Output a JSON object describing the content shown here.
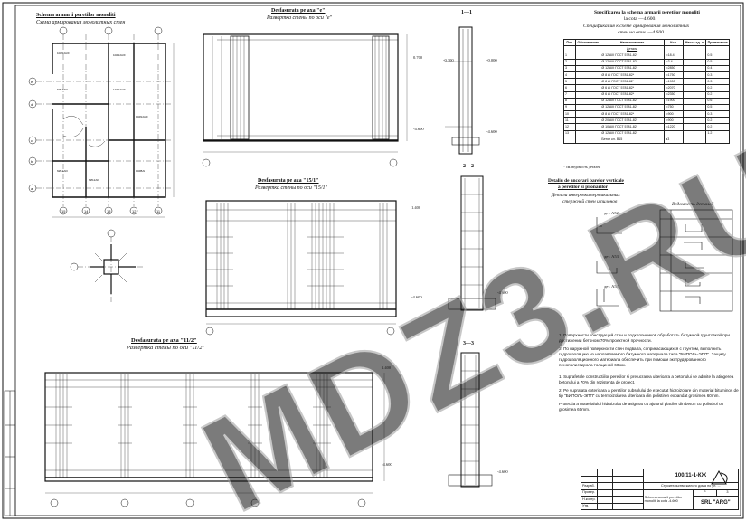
{
  "titles": {
    "scheme_ro": "Schema armarii peretilor monoliti",
    "scheme_ru": "Схема армирования монолитных стен",
    "sect_e_ro": "Desfasurata pe axa \"e\"",
    "sect_e_ru": "Развертка стены по оси \"е\"",
    "sect_15_ro": "Desfasurata pe axa \"15/1\"",
    "sect_15_ru": "Развертка стены по оси \"15/1\"",
    "sect_11_ro": "Desfasurata pe axa \"11/2\"",
    "sect_11_ru": "Развертка стены по оси \"11/2\"",
    "cut_11": "1—1",
    "cut_22": "2—2",
    "cut_33": "3—3",
    "spec_ro": "Specificarea la schema armarii peretilor monoliti",
    "spec_ro2": "la cota —4.600.",
    "spec_ru": "Спецификация к схеме армирования монолитных",
    "spec_ru2": "стен на отм. —4.600.",
    "detail_ro": "Detaliu de ancorari barelor verticale",
    "detail_ro2": "a peretilor si pilonarilor",
    "detail_ru": "Детали анкеровки вертикальных",
    "detail_ru2": "стержней стен и пилонов",
    "proof_ru": "Ведомость деталей",
    "det_a": "дет. А52",
    "det_b": "дет. А53",
    "det_c": "дет. А53"
  },
  "levels": [
    "-4.600",
    "-0.300",
    "-0.000",
    "1.400",
    "0.700"
  ],
  "spec": {
    "headers": [
      "Поз.",
      "Обозначение",
      "Наименование",
      "Кол.",
      "Масса ед. кг",
      "Примечание"
    ],
    "group": "Детали",
    "rows": [
      [
        "1",
        "",
        "Ø 12 AIII ГОСТ 5781-82*",
        "l=18.4",
        "",
        "0.5"
      ],
      [
        "2",
        "",
        "Ø 12 AIII ГОСТ 5781-82*",
        "l=3.4",
        "",
        "0.5"
      ],
      [
        "3",
        "",
        "Ø 12 AIII ГОСТ 5781-82*",
        "l=2850",
        "",
        "0.4"
      ],
      [
        "4",
        "",
        "Ø 8 AI ГОСТ 5781-82*",
        "l=1750",
        "",
        "0.3"
      ],
      [
        "5",
        "",
        "Ø 8 AI ГОСТ 5781-82*",
        "l=1900",
        "",
        "0.3"
      ],
      [
        "6",
        "",
        "Ø 6 AI ГОСТ 5781-82*",
        "l=2070",
        "",
        "0.2"
      ],
      [
        "7",
        "",
        "Ø 6 AI ГОСТ 5781-82*",
        "l=2350",
        "",
        "0.2"
      ],
      [
        "8",
        "",
        "Ø 12 AIII ГОСТ 5781-82*",
        "l=1900",
        "",
        "0.6"
      ],
      [
        "9",
        "",
        "Ø 12 AIII ГОСТ 5781-82*",
        "l=750",
        "",
        "0.5"
      ],
      [
        "10",
        "",
        "Ø 8 AI ГОСТ 5781-82*",
        "l=900",
        "",
        "0.3"
      ],
      [
        "11",
        "",
        "Ø 20 AIII ГОСТ 5781-82*",
        "l=900",
        "",
        "0.2"
      ],
      [
        "12",
        "",
        "Ø 10 AIII ГОСТ 5781-82*",
        "l=1220",
        "",
        "0.2"
      ],
      [
        "13",
        "",
        "Ø 12 AIII ГОСТ 5781-82*",
        "",
        "",
        "1.2"
      ]
    ],
    "footer": [
      "",
      "",
      "Бетон кл. B15",
      "м3",
      "",
      ""
    ],
    "footnote": "* см. ведомость деталей"
  },
  "notes": [
    "1. Поверхности конструкций стен и подколонников обработать битумной грунтовкой при достижении бетоном 70% проектной прочности.",
    "2. По наружной поверхности стен подвала, соприкасающихся с грунтом, выполнить гидроизоляцию из наплавляемого битумного материала типа \"БИПОЛь-ЭПП\". Защиту гидроизоляционного материала обеспечить при помощи экструдированного пенополистирола толщиной 60мм.",
    "1. Suprafetele constructiilor peretilor si prelucrarea ulterioara a betonului se admite la atingerea betonului a 70% din rezistenta de proiect.",
    "2. Pe suprafata exterioara a peretilor subsolului de executat hidroizolare din material bituminos de tip \"БИПОЛь-ЭПП\" cu termoizolarea ulterioara din polistiren expandat grosimea 60mm.",
    "Protectia a materialului hidroizolat de asigurat cu ajutorul placilor din beton cu polistirol cu grosimea 60mm."
  ],
  "title_block": {
    "code": "100/11-1-КЖ",
    "object": "Строительство жилого дома по ул. ...",
    "sheet_title": "Schema armarii peretilor monoliti la cota -4.600",
    "stage": "Р",
    "sheet": "3",
    "sheets": "",
    "company": "SRL \"ARG\"",
    "roles": [
      "Разраб.",
      "Провер.",
      "Н.контр.",
      "Утв."
    ]
  },
  "watermark": "MDZ3.RU"
}
